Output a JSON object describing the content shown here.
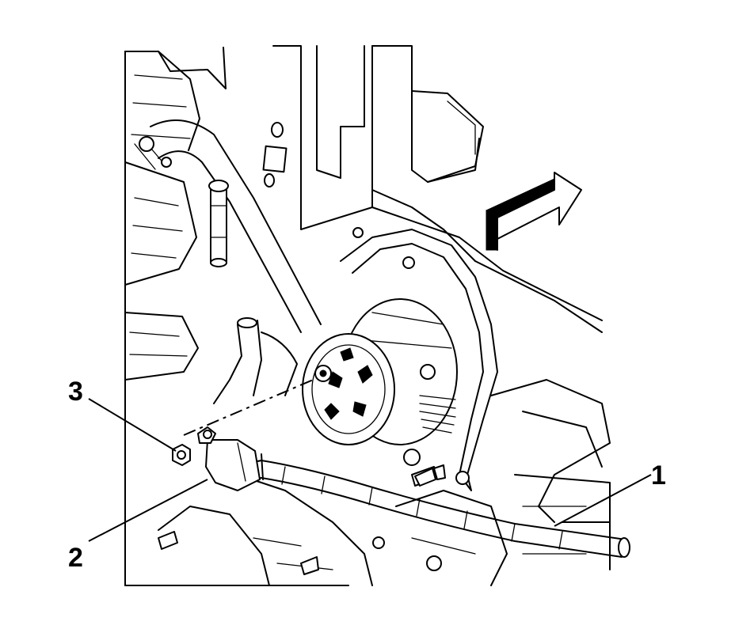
{
  "callouts": [
    {
      "id": "1",
      "label": "1"
    },
    {
      "id": "2",
      "label": "2"
    },
    {
      "id": "3",
      "label": "3"
    }
  ],
  "colors": {
    "line": "#000000",
    "background": "#ffffff"
  },
  "icons": {
    "direction_arrow": "front-direction-arrow-icon"
  }
}
